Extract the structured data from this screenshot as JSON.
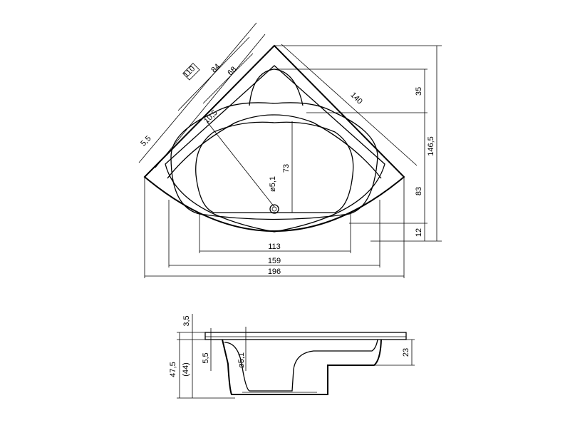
{
  "drawing": {
    "stroke_color": "#000000",
    "background": "#ffffff",
    "plan_view": {
      "dim_width_overall": "196",
      "dim_width_inner": "159",
      "dim_width_basin": "113",
      "dim_depth_overall": "146,5",
      "dim_depth_top": "35",
      "dim_depth_mid": "83",
      "dim_depth_bottom": "12",
      "dim_basin_depth": "73",
      "dim_drain": "ø5,1",
      "dim_diag_140": "140",
      "dim_diag_110": "110",
      "dim_diag_84": "84",
      "dim_diag_68": "68",
      "dim_diag_10_5": "10,5",
      "dim_diag_5_5": "5,5"
    },
    "section_view": {
      "dim_top_3_5": "3,5",
      "dim_overall_height": "47,5",
      "dim_inner_height": "(44)",
      "dim_step_5_5": "5,5",
      "dim_drain": "ø5,1",
      "dim_seat_23": "23"
    }
  }
}
